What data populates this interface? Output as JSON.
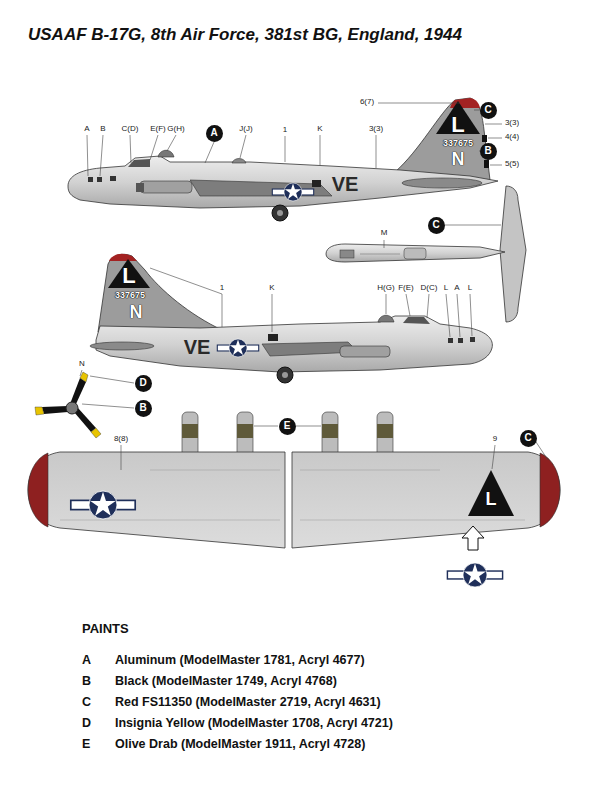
{
  "diagram": {
    "title": "USAAF B-17G, 8th Air Force, 381st BG, England, 1944",
    "nodes": [
      {
        "text": [
          "C"
        ]
      },
      {
        "text": [
          "A"
        ]
      },
      {
        "text": [
          "B"
        ]
      },
      {
        "text": [
          "C"
        ]
      },
      {
        "text": [
          "D"
        ]
      },
      {
        "text": [
          "B"
        ]
      },
      {
        "text": [
          "E"
        ]
      },
      {
        "text": [
          "C"
        ]
      }
    ],
    "labels": [
      "A",
      "B",
      "C(D)",
      "E(F)",
      "G(H)",
      "J(J)",
      "1",
      "K",
      "3(3)",
      "6(7)",
      "3(3)",
      "4(4)",
      "5(5)",
      "L",
      "337675",
      "N",
      "VE",
      "M",
      "L",
      "337675",
      "N",
      "VE",
      "1",
      "K",
      "H(G)",
      "F(E)",
      "D(C)",
      "L",
      "A",
      "L",
      "N",
      "8(8)",
      "9",
      "L",
      "PAINTS",
      "A",
      "Aluminum (ModelMaster 1781, Acryl 4677)",
      "B",
      "Black (ModelMaster 1749, Acryl 4768)",
      "C",
      "Red FS11350 (ModelMaster 2719, Acryl 4631)",
      "D",
      "Insignia Yellow (ModelMaster 1708, Acryl 4721)",
      "E",
      "Olive Drab (ModelMaster 1911, Acryl 4728)"
    ]
  }
}
